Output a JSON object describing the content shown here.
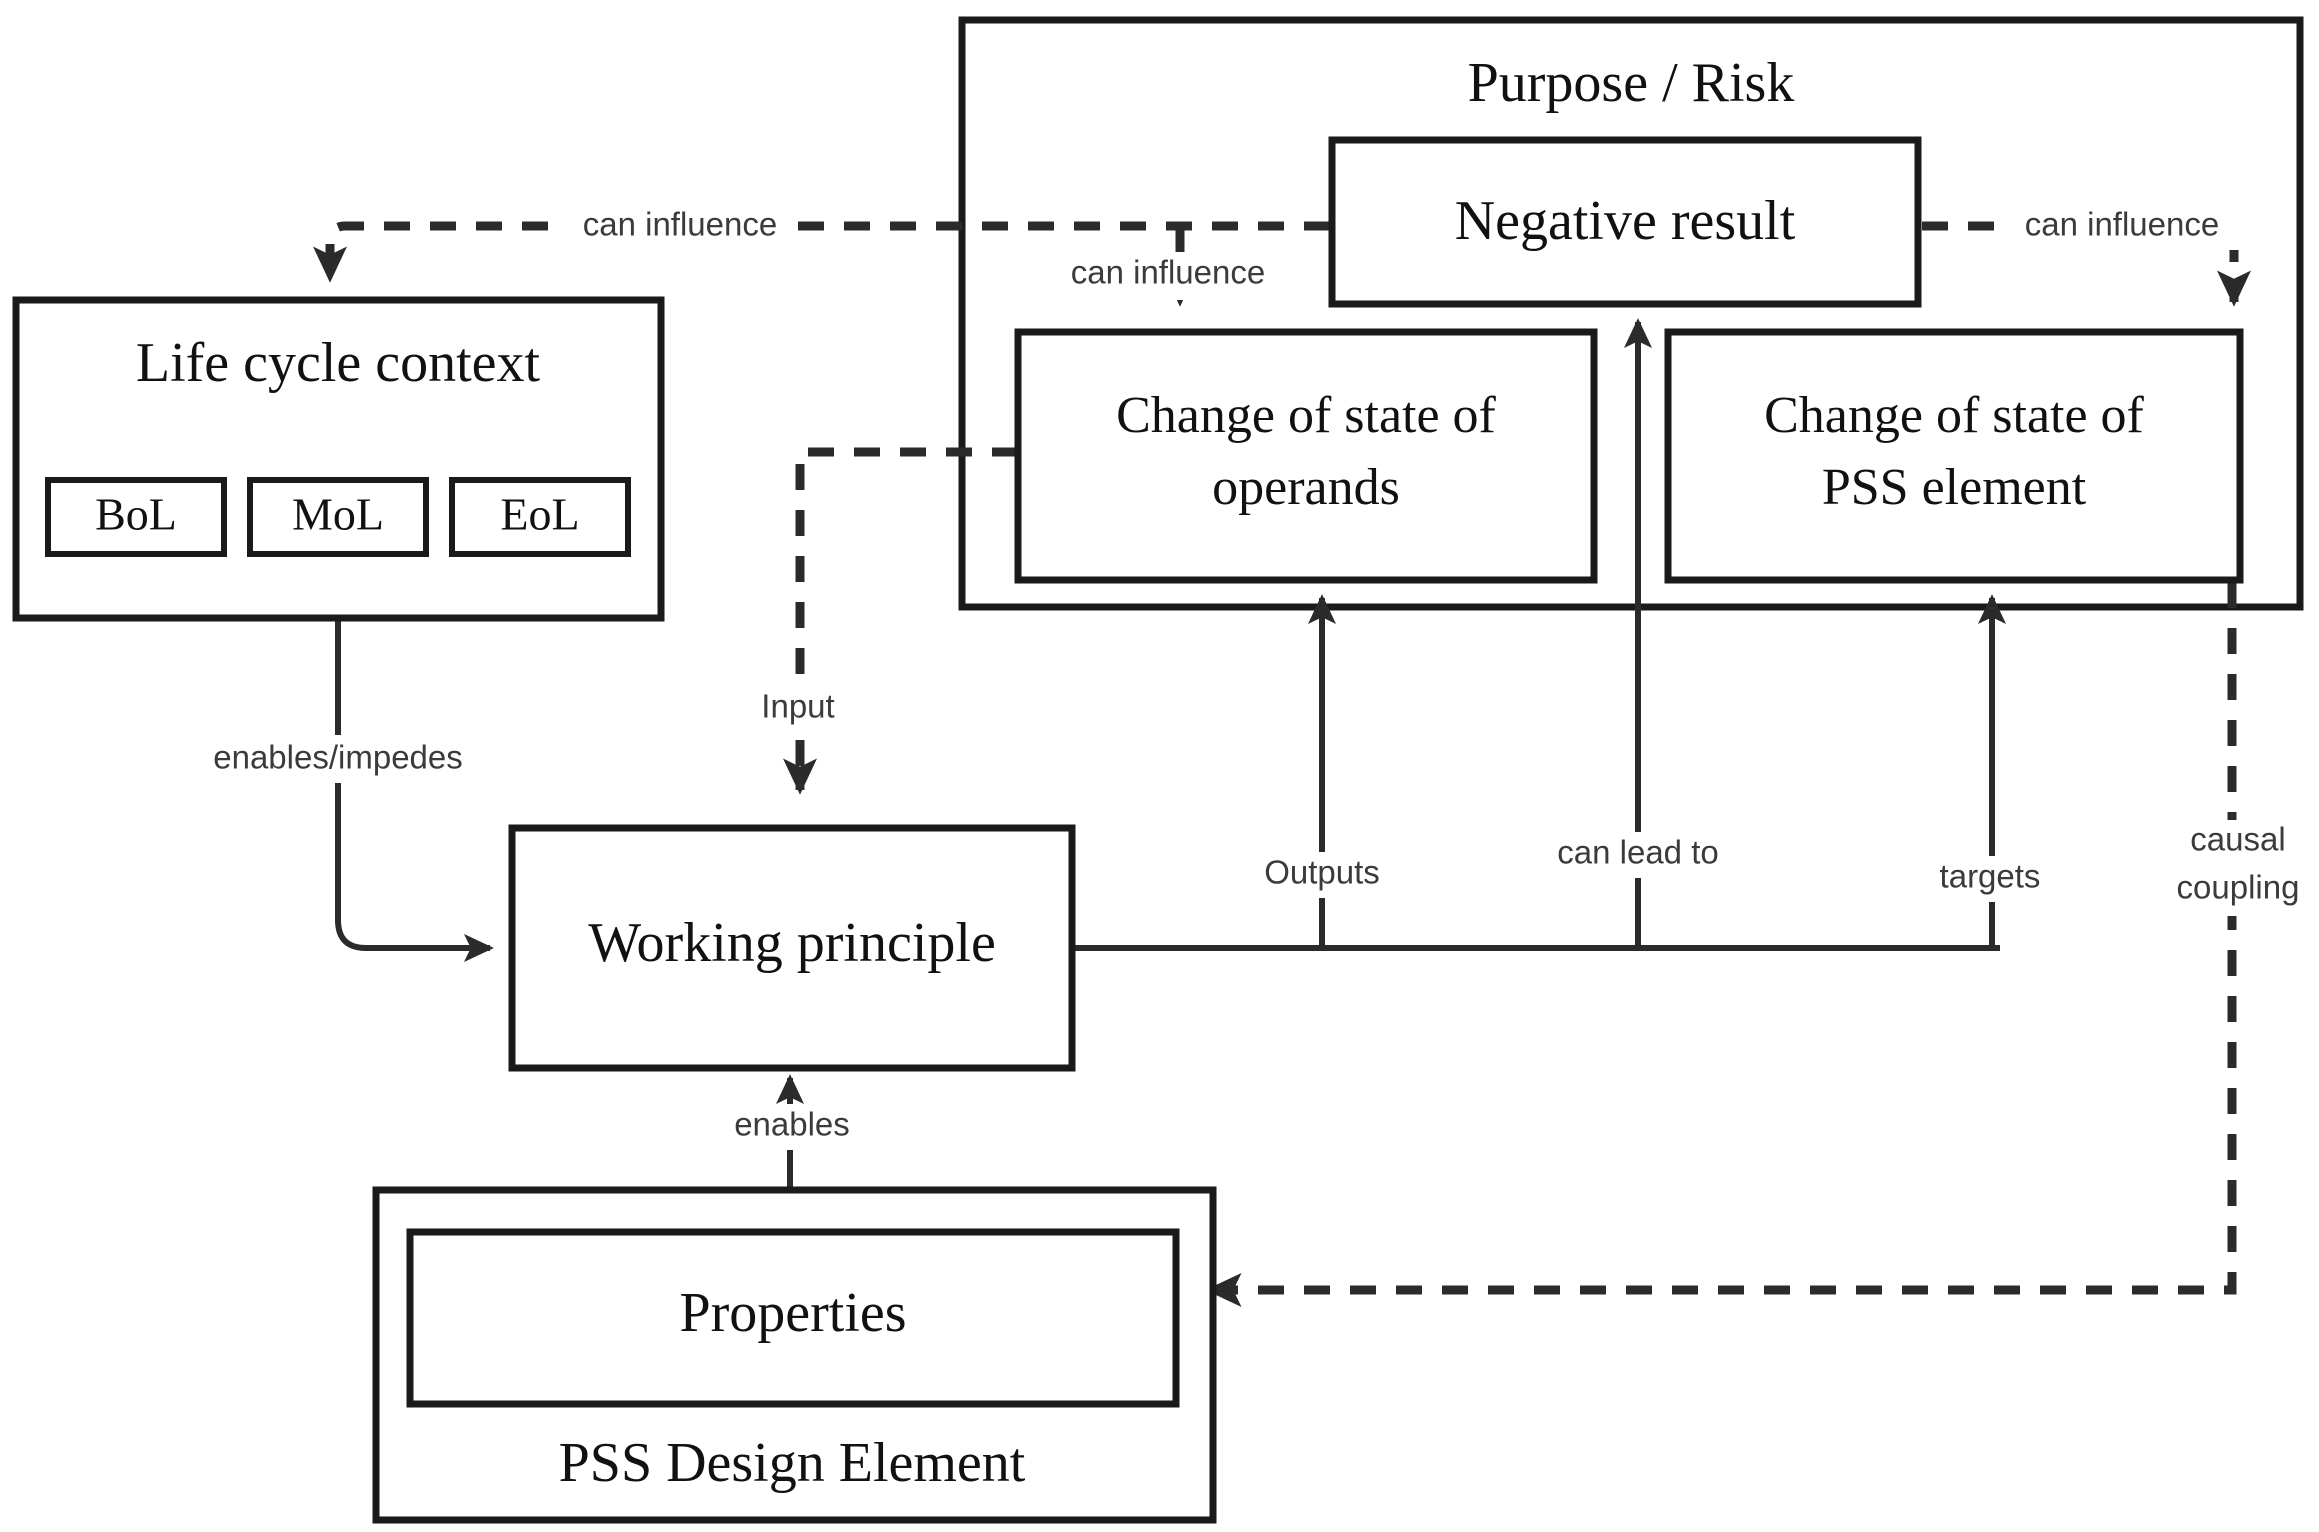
{
  "diagram": {
    "title_hidden": "",
    "nodes": {
      "purpose_risk": {
        "label": "Purpose / Risk"
      },
      "negative_result": {
        "label": "Negative result"
      },
      "change_operands": {
        "line1": "Change of state of",
        "line2": "operands"
      },
      "change_pss": {
        "line1": "Change of state of",
        "line2": "PSS element"
      },
      "life_cycle_context": {
        "label": "Life cycle context"
      },
      "bol": {
        "label": "BoL"
      },
      "mol": {
        "label": "MoL"
      },
      "eol": {
        "label": "EoL"
      },
      "working_principle": {
        "label": "Working principle"
      },
      "properties": {
        "label": "Properties"
      },
      "pss_design_element": {
        "label": "PSS Design Element"
      }
    },
    "edges": {
      "influence_context": {
        "label": "can influence"
      },
      "influence_operands": {
        "label": "can influence"
      },
      "influence_pss": {
        "label": "can influence"
      },
      "input": {
        "label": "Input"
      },
      "enables_impedes": {
        "label": "enables/impedes"
      },
      "outputs": {
        "label": "Outputs"
      },
      "can_lead_to": {
        "label": "can lead to"
      },
      "targets": {
        "label": "targets"
      },
      "causal_coupling_line1": {
        "label": "causal"
      },
      "causal_coupling_line2": {
        "label": "coupling"
      },
      "enables": {
        "label": "enables"
      }
    },
    "colors": {
      "stroke": "#1a1a1a",
      "connector": "#2b2b2b",
      "text": "#111111",
      "edge_text": "#3b3b3b",
      "background": "#ffffff"
    }
  }
}
